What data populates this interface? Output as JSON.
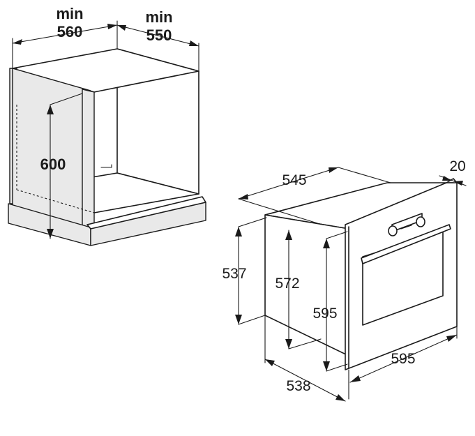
{
  "cabinet": {
    "width_label": "min",
    "width_value": "560",
    "depth_label": "min",
    "depth_value": "550",
    "height_value": "600"
  },
  "oven": {
    "depth_top": "545",
    "front_thickness": "20",
    "height_body": "537",
    "height_inner": "572",
    "height_front": "595",
    "width_front": "595",
    "depth_bottom": "538"
  }
}
